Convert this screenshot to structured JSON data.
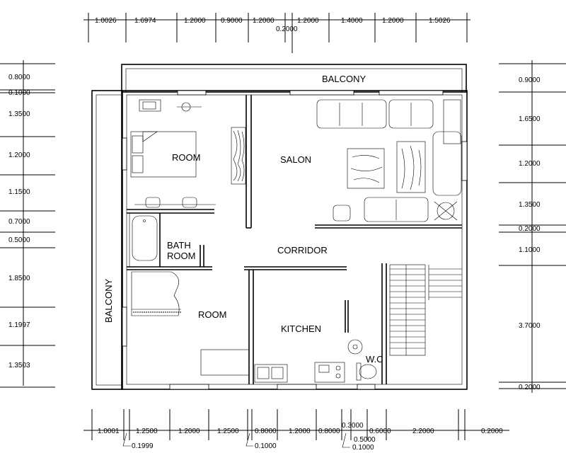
{
  "rooms": {
    "balcony_top": "BALCONY",
    "balcony_left": "BALCONY",
    "room_top": "ROOM",
    "salon": "SALON",
    "bath_line1": "BATH",
    "bath_line2": "ROOM",
    "corridor": "CORRIDOR",
    "room_bottom": "ROOM",
    "kitchen": "KITCHEN",
    "wc": "W.C"
  },
  "dimensions": {
    "top": [
      "1.0026",
      "1.6974",
      "1.2000",
      "0.9000",
      "1.2000",
      "1.2000",
      "1.4000",
      "1.2000",
      "1.5026"
    ],
    "top_extra": "0.2000",
    "left": [
      "0.8000",
      "0.1000",
      "1.3500",
      "1.2000",
      "1.1500",
      "0.7000",
      "0.5000",
      "1.8500",
      "1.1997",
      "1.3503"
    ],
    "right": [
      "0.9000",
      "1.6500",
      "1.2000",
      "1.3500",
      "0.2000",
      "1.1000",
      "3.7000",
      "0.2000"
    ],
    "bottom": [
      "1.0001",
      "1.2500",
      "1.2000",
      "1.2500",
      "0.8000",
      "1.2000",
      "0.8000",
      "0.6000",
      "2.2000",
      "0.2000"
    ],
    "bottom_extra": [
      "0.1999",
      "0.1000",
      "0.3000",
      "0.5000",
      "0.1000"
    ]
  }
}
